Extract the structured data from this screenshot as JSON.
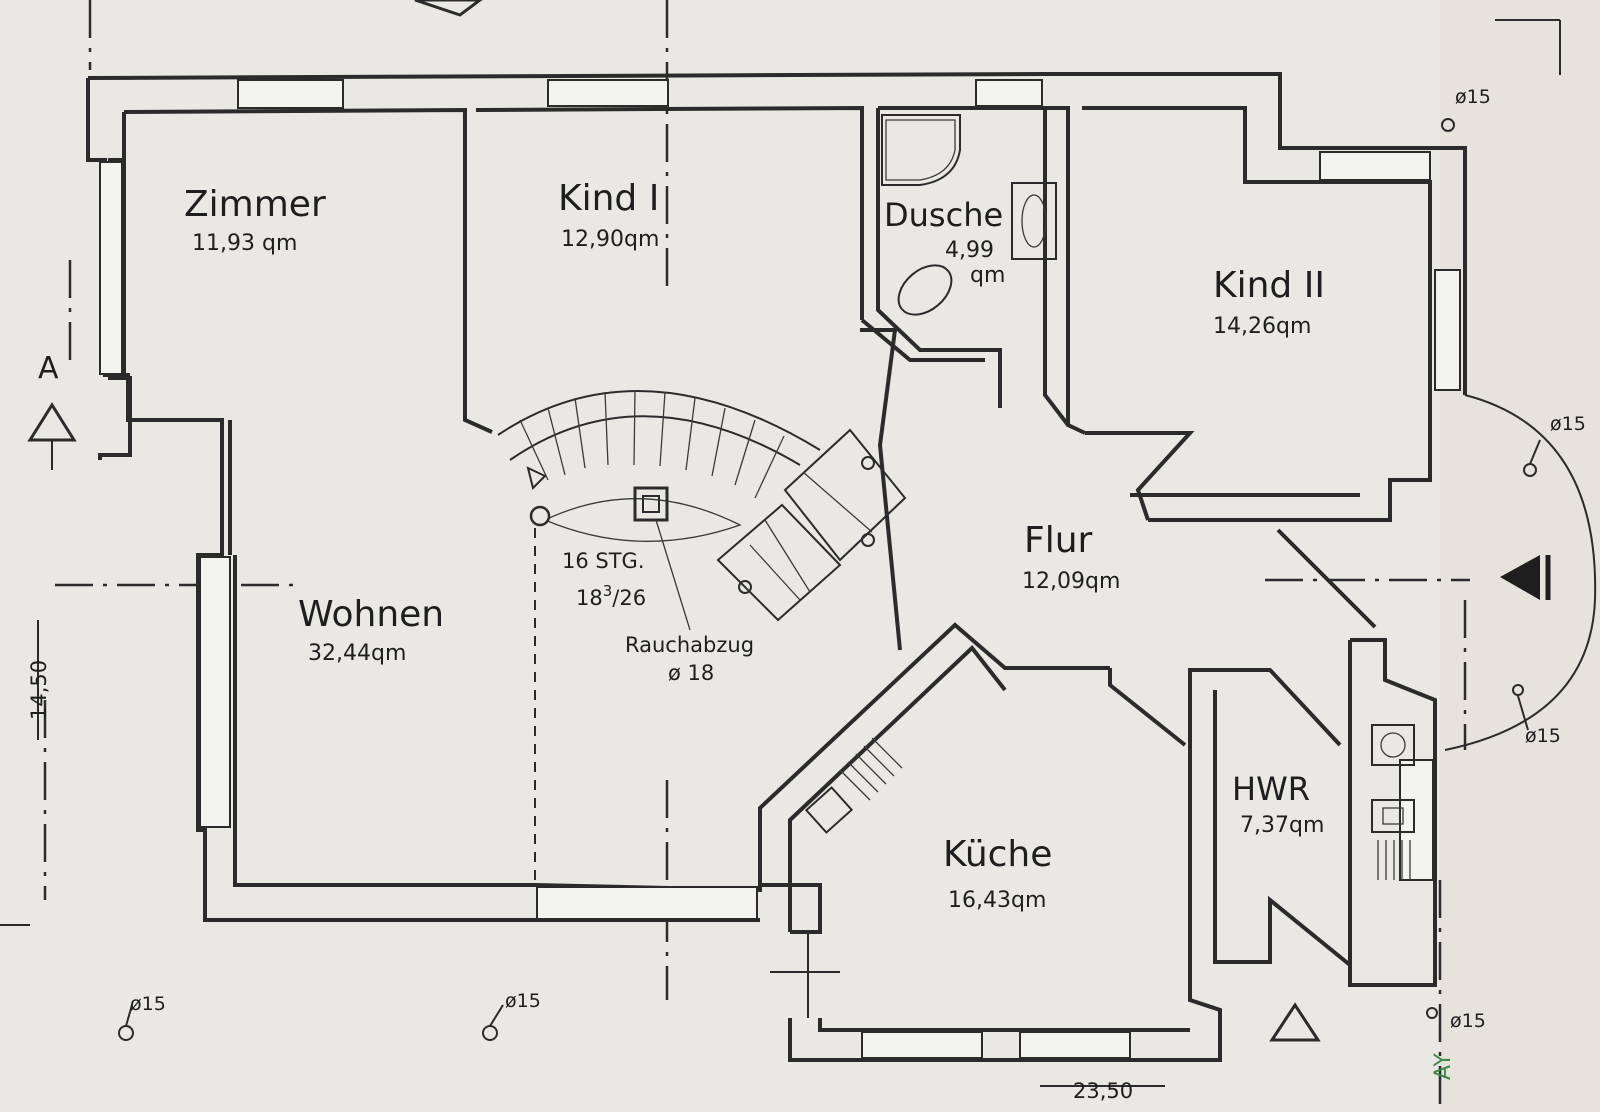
{
  "rooms": [
    {
      "id": "zimmer",
      "name": "Zimmer",
      "area": "11,93 qm"
    },
    {
      "id": "kind1",
      "name": "Kind I",
      "area": "12,90qm"
    },
    {
      "id": "dusche",
      "name": "Dusche",
      "area_value": "4,99",
      "area_unit": "qm"
    },
    {
      "id": "kind2",
      "name": "Kind II",
      "area": "14,26qm"
    },
    {
      "id": "wohnen",
      "name": "Wohnen",
      "area": "32,44qm"
    },
    {
      "id": "flur",
      "name": "Flur",
      "area": "12,09qm"
    },
    {
      "id": "kueche",
      "name": "Küche",
      "area": "16,43qm"
    },
    {
      "id": "hwr",
      "name": "HWR",
      "area": "7,37qm"
    }
  ],
  "stairs": {
    "steps": "16 STG.",
    "rise_main": "18",
    "rise_sup": "3",
    "rise_tail": "/26"
  },
  "chimney": {
    "label": "Rauchabzug",
    "diameter": "ø 18"
  },
  "pipes": {
    "label": "ø15"
  },
  "dimensions": {
    "side": "14,50",
    "bottom": "23,50"
  },
  "section_marker": {
    "label": "A"
  },
  "annotation": {
    "handwritten": "AY"
  }
}
